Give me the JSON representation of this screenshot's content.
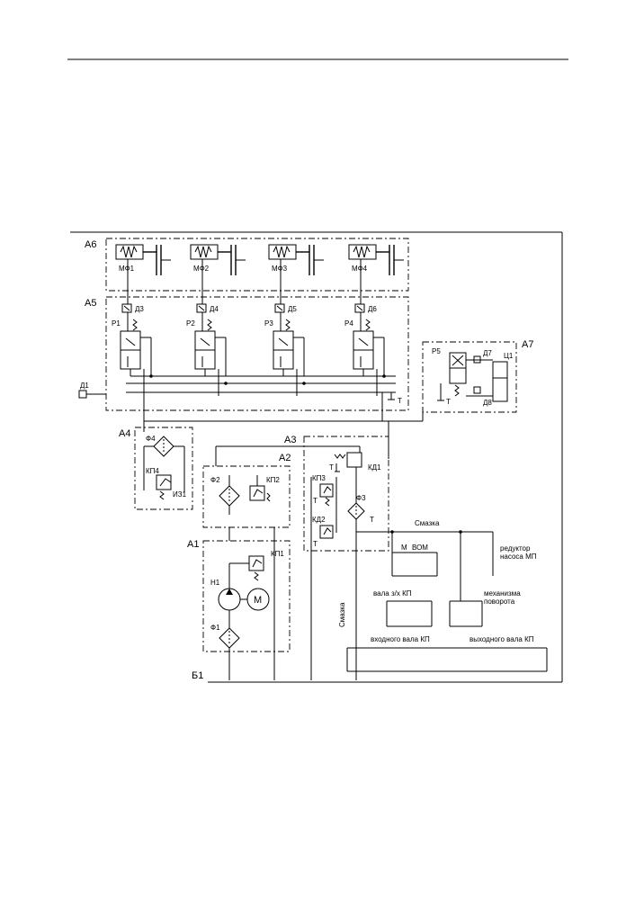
{
  "blocks": [
    "А6",
    "А5",
    "А7",
    "А4",
    "А3",
    "А2",
    "А1",
    "Б1"
  ],
  "clutches": [
    "МФ1",
    "МФ2",
    "МФ3",
    "МФ4"
  ],
  "distributors": [
    "Р1",
    "Р2",
    "Р3",
    "Р4"
  ],
  "sensors": [
    "Д3",
    "Д4",
    "Д5",
    "Д6"
  ],
  "a7": {
    "valve": "Р5",
    "sensor_top": "Д7",
    "sensor_bottom": "Д8",
    "cylinder": "Ц1"
  },
  "d1": "Д1",
  "a4": {
    "filter": "Ф4",
    "valve": "КП4",
    "indicator": "ИЗ1"
  },
  "a3": {
    "valve1": "КД1",
    "valve2": "КП3",
    "valve3": "КД2",
    "filter": "Ф3"
  },
  "a2": {
    "filter": "Ф2",
    "valve": "КП2"
  },
  "a1": {
    "pump": "Н1",
    "motor": "М",
    "valve": "КП1",
    "filter": "Ф1"
  },
  "tank": "Т",
  "lube": {
    "smazka": "Смазка",
    "vom": "ВОМ",
    "reducer": "редуктор\nнасоса МП",
    "shaft_zx": "вала з/х КП",
    "mechanism": "механизма\nповорота",
    "smazka_vertical": "Смазка",
    "input_shaft": "входного вала КП",
    "output_shaft": "выходного вала КП"
  }
}
